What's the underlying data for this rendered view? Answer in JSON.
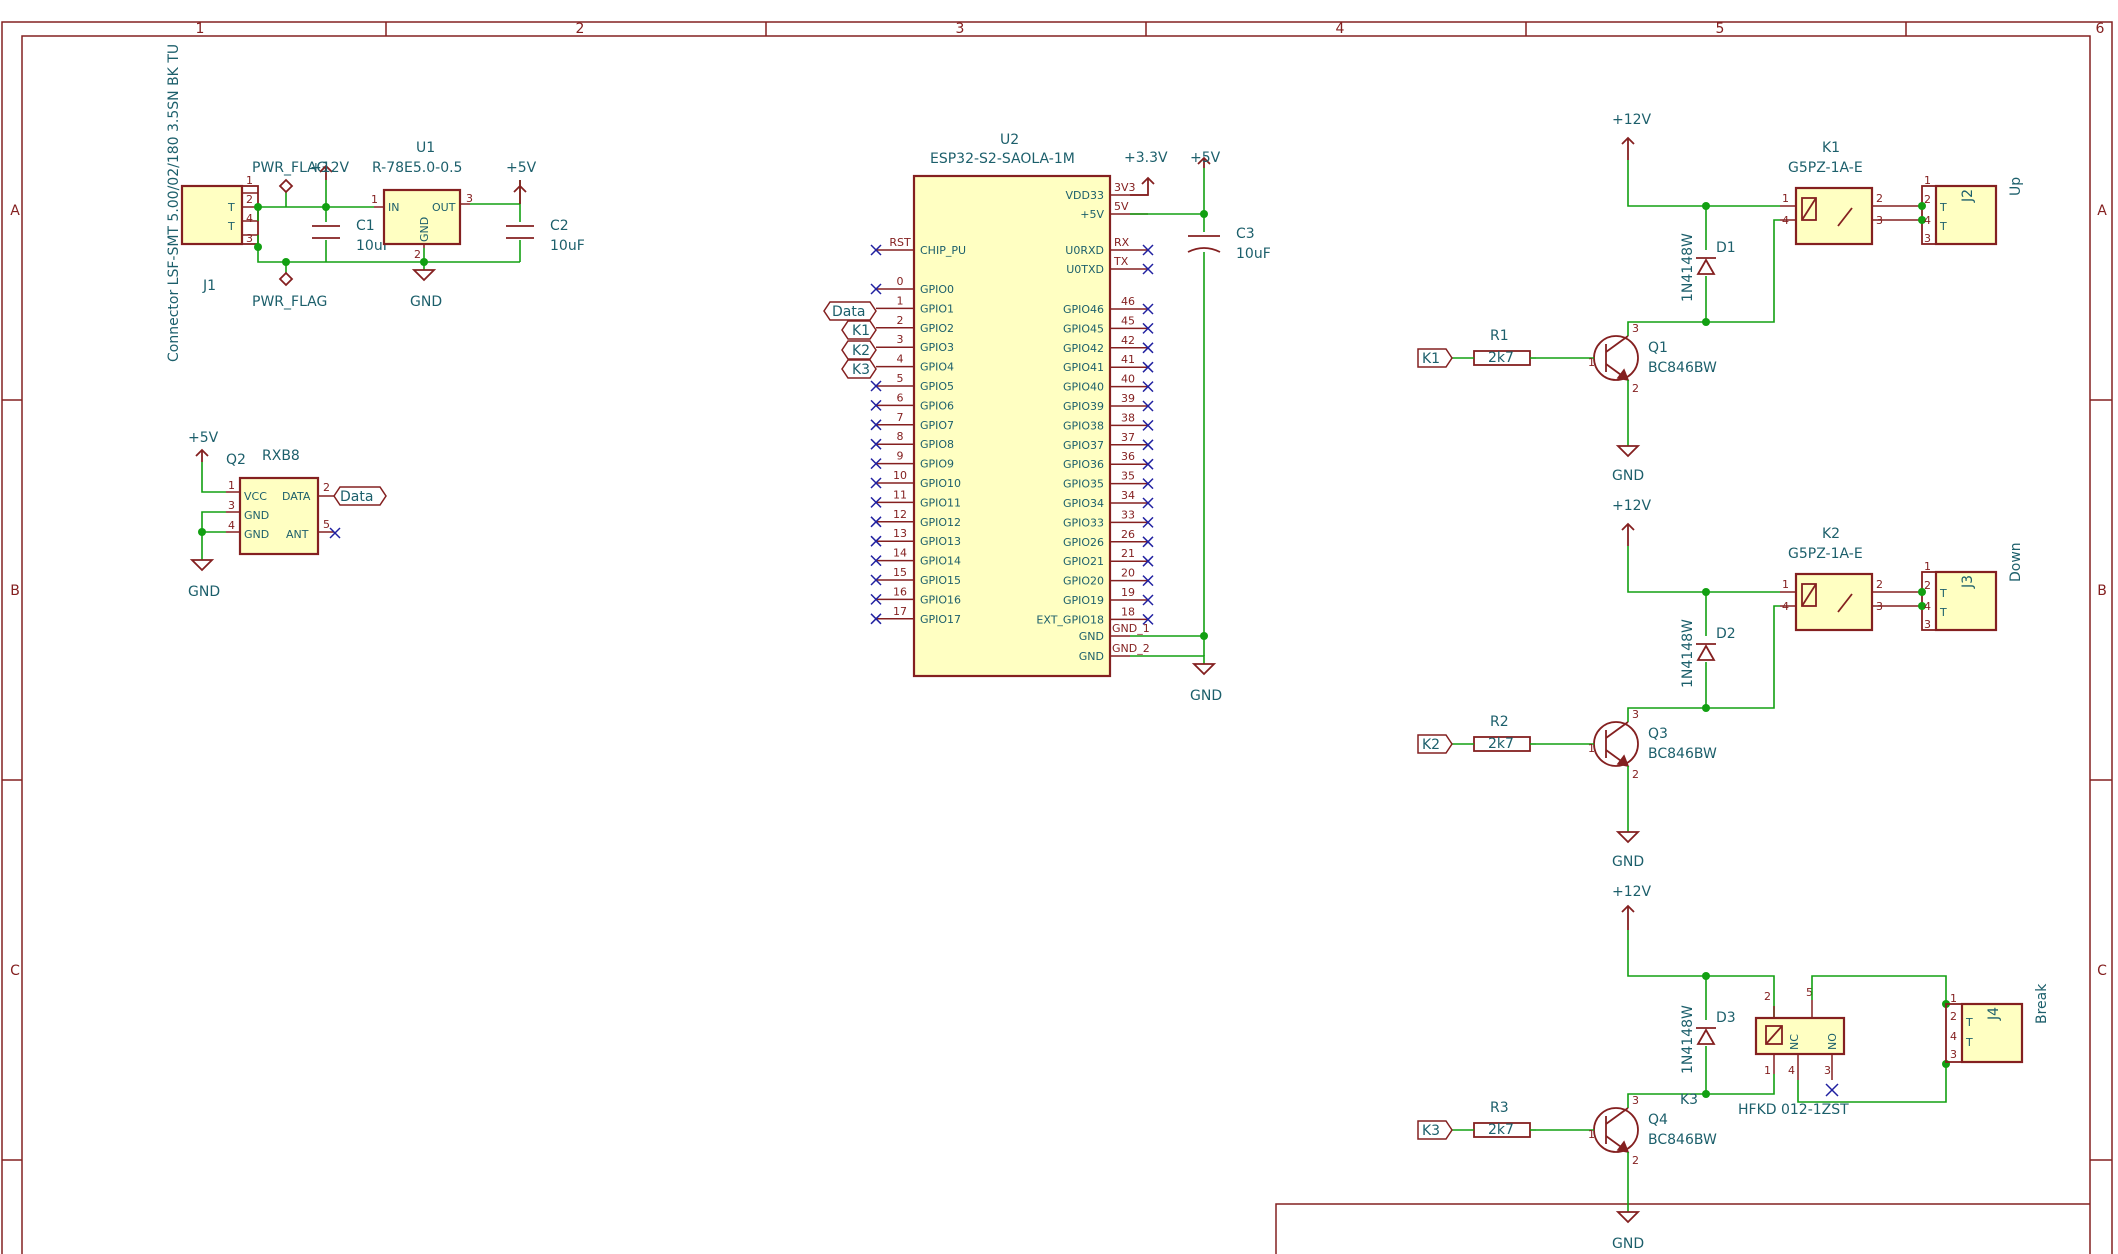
{
  "frame": {
    "columns": [
      "1",
      "2",
      "3",
      "4",
      "5",
      "6"
    ],
    "rows": [
      "A",
      "B",
      "C"
    ]
  },
  "power": {
    "plus12v": "+12V",
    "plus5v": "+5V",
    "plus3v3": "+3.3V",
    "gnd": "GND",
    "pwr_flag": "PWR_FLAG"
  },
  "j1": {
    "ref": "J1",
    "value": "Connector LSF-SMT 5.00/02/180 3.5SN BK TU",
    "pins": [
      "1",
      "2",
      "4",
      "3"
    ],
    "t": "T"
  },
  "u1": {
    "ref": "U1",
    "value": "R-78E5.0-0.5",
    "in": "IN",
    "out": "OUT",
    "gnd": "GND",
    "pins": [
      "1",
      "3",
      "2"
    ]
  },
  "c1": {
    "ref": "C1",
    "value": "10uF"
  },
  "c2": {
    "ref": "C2",
    "value": "10uF"
  },
  "c3": {
    "ref": "C3",
    "value": "10uF"
  },
  "q2": {
    "ref": "Q2",
    "value": "RXB8",
    "vcc": "VCC",
    "data": "DATA",
    "gnd": "GND",
    "ant": "ANT",
    "pins": [
      "1",
      "3",
      "4",
      "2",
      "5"
    ]
  },
  "u2": {
    "ref": "U2",
    "value": "ESP32-S2-SAOLA-1M",
    "left": [
      {
        "pin": "RST",
        "name": "CHIP_PU"
      },
      {
        "pin": "0",
        "name": "GPIO0"
      },
      {
        "pin": "1",
        "name": "GPIO1"
      },
      {
        "pin": "2",
        "name": "GPIO2"
      },
      {
        "pin": "3",
        "name": "GPIO3"
      },
      {
        "pin": "4",
        "name": "GPIO4"
      },
      {
        "pin": "5",
        "name": "GPIO5"
      },
      {
        "pin": "6",
        "name": "GPIO6"
      },
      {
        "pin": "7",
        "name": "GPIO7"
      },
      {
        "pin": "8",
        "name": "GPIO8"
      },
      {
        "pin": "9",
        "name": "GPIO9"
      },
      {
        "pin": "10",
        "name": "GPIO10"
      },
      {
        "pin": "11",
        "name": "GPIO11"
      },
      {
        "pin": "12",
        "name": "GPIO12"
      },
      {
        "pin": "13",
        "name": "GPIO13"
      },
      {
        "pin": "14",
        "name": "GPIO14"
      },
      {
        "pin": "15",
        "name": "GPIO15"
      },
      {
        "pin": "16",
        "name": "GPIO16"
      },
      {
        "pin": "17",
        "name": "GPIO17"
      }
    ],
    "right_top": [
      {
        "pin": "3V3",
        "name": "VDD33"
      },
      {
        "pin": "5V",
        "name": "+5V"
      },
      {
        "pin": "RX",
        "name": "U0RXD"
      },
      {
        "pin": "TX",
        "name": "U0TXD"
      }
    ],
    "right": [
      {
        "pin": "46",
        "name": "GPIO46"
      },
      {
        "pin": "45",
        "name": "GPIO45"
      },
      {
        "pin": "42",
        "name": "GPIO42"
      },
      {
        "pin": "41",
        "name": "GPIO41"
      },
      {
        "pin": "40",
        "name": "GPIO40"
      },
      {
        "pin": "39",
        "name": "GPIO39"
      },
      {
        "pin": "38",
        "name": "GPIO38"
      },
      {
        "pin": "37",
        "name": "GPIO37"
      },
      {
        "pin": "36",
        "name": "GPIO36"
      },
      {
        "pin": "35",
        "name": "GPIO35"
      },
      {
        "pin": "34",
        "name": "GPIO34"
      },
      {
        "pin": "33",
        "name": "GPIO33"
      },
      {
        "pin": "26",
        "name": "GPIO26"
      },
      {
        "pin": "21",
        "name": "GPIO21"
      },
      {
        "pin": "20",
        "name": "GPIO20"
      },
      {
        "pin": "19",
        "name": "GPIO19"
      },
      {
        "pin": "18",
        "name": "EXT_GPIO18"
      }
    ],
    "gnd_pins": [
      {
        "pin": "GND_1",
        "name": "GND"
      },
      {
        "pin": "GND_2",
        "name": "GND"
      }
    ]
  },
  "net_labels": {
    "data": "Data",
    "k1": "K1",
    "k2": "K2",
    "k3": "K3"
  },
  "channels": [
    {
      "r_ref": "R1",
      "r_val": "2k7",
      "q_ref": "Q1",
      "q_val": "BC846BW",
      "d_ref": "D1",
      "d_val": "1N4148W",
      "k_ref": "K1",
      "k_val": "G5PZ-1A-E",
      "j_ref": "J2",
      "j_label": "Up",
      "net": "K1"
    },
    {
      "r_ref": "R2",
      "r_val": "2k7",
      "q_ref": "Q3",
      "q_val": "BC846BW",
      "d_ref": "D2",
      "d_val": "1N4148W",
      "k_ref": "K2",
      "k_val": "G5PZ-1A-E",
      "j_ref": "J3",
      "j_label": "Down",
      "net": "K2"
    }
  ],
  "channel3": {
    "r_ref": "R3",
    "r_val": "2k7",
    "q_ref": "Q4",
    "q_val": "BC846BW",
    "d_ref": "D3",
    "d_val": "1N4148W",
    "k_ref": "K3",
    "k_val": "HFKD 012-1ZST",
    "j_ref": "J4",
    "j_label": "Break",
    "net": "K3",
    "nc": "NC",
    "no": "NO",
    "pins": [
      "2",
      "5",
      "4",
      "3",
      "1"
    ]
  },
  "pin_numbers": {
    "one": "1",
    "two": "2",
    "three": "3",
    "four": "4"
  },
  "jt": "T"
}
